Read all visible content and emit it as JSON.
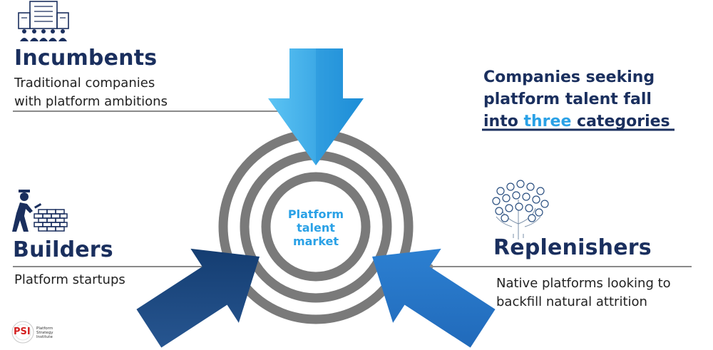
{
  "headline": {
    "line1": "Companies seeking",
    "line2": "platform talent fall",
    "line3_prefix": "into ",
    "line3_accent": "three",
    "line3_suffix": " categories"
  },
  "center": {
    "line1": "Platform",
    "line2": "talent",
    "line3": "market"
  },
  "categories": {
    "incumbents": {
      "title": "Incumbents",
      "desc_line1": "Traditional companies",
      "desc_line2": "with platform ambitions"
    },
    "builders": {
      "title": "Builders",
      "desc_line1": "Platform startups"
    },
    "replenishers": {
      "title": "Replenishers",
      "desc_line1": "Native platforms looking to",
      "desc_line2": "backfill natural attrition"
    }
  },
  "logo": {
    "mark": "PSI",
    "line1": "Platform",
    "line2": "Strategy",
    "line3": "Institute"
  },
  "colors": {
    "navy": "#1a2f5e",
    "accent": "#2aa1e6",
    "ring": "#7a7a7a",
    "arrow_top": "#2aa1e6",
    "arrow_left": "#12407a",
    "arrow_right": "#1c6cc0",
    "logo_red": "#d42020"
  },
  "icons": [
    "building-people-icon",
    "bricklayer-icon",
    "network-tree-icon"
  ]
}
